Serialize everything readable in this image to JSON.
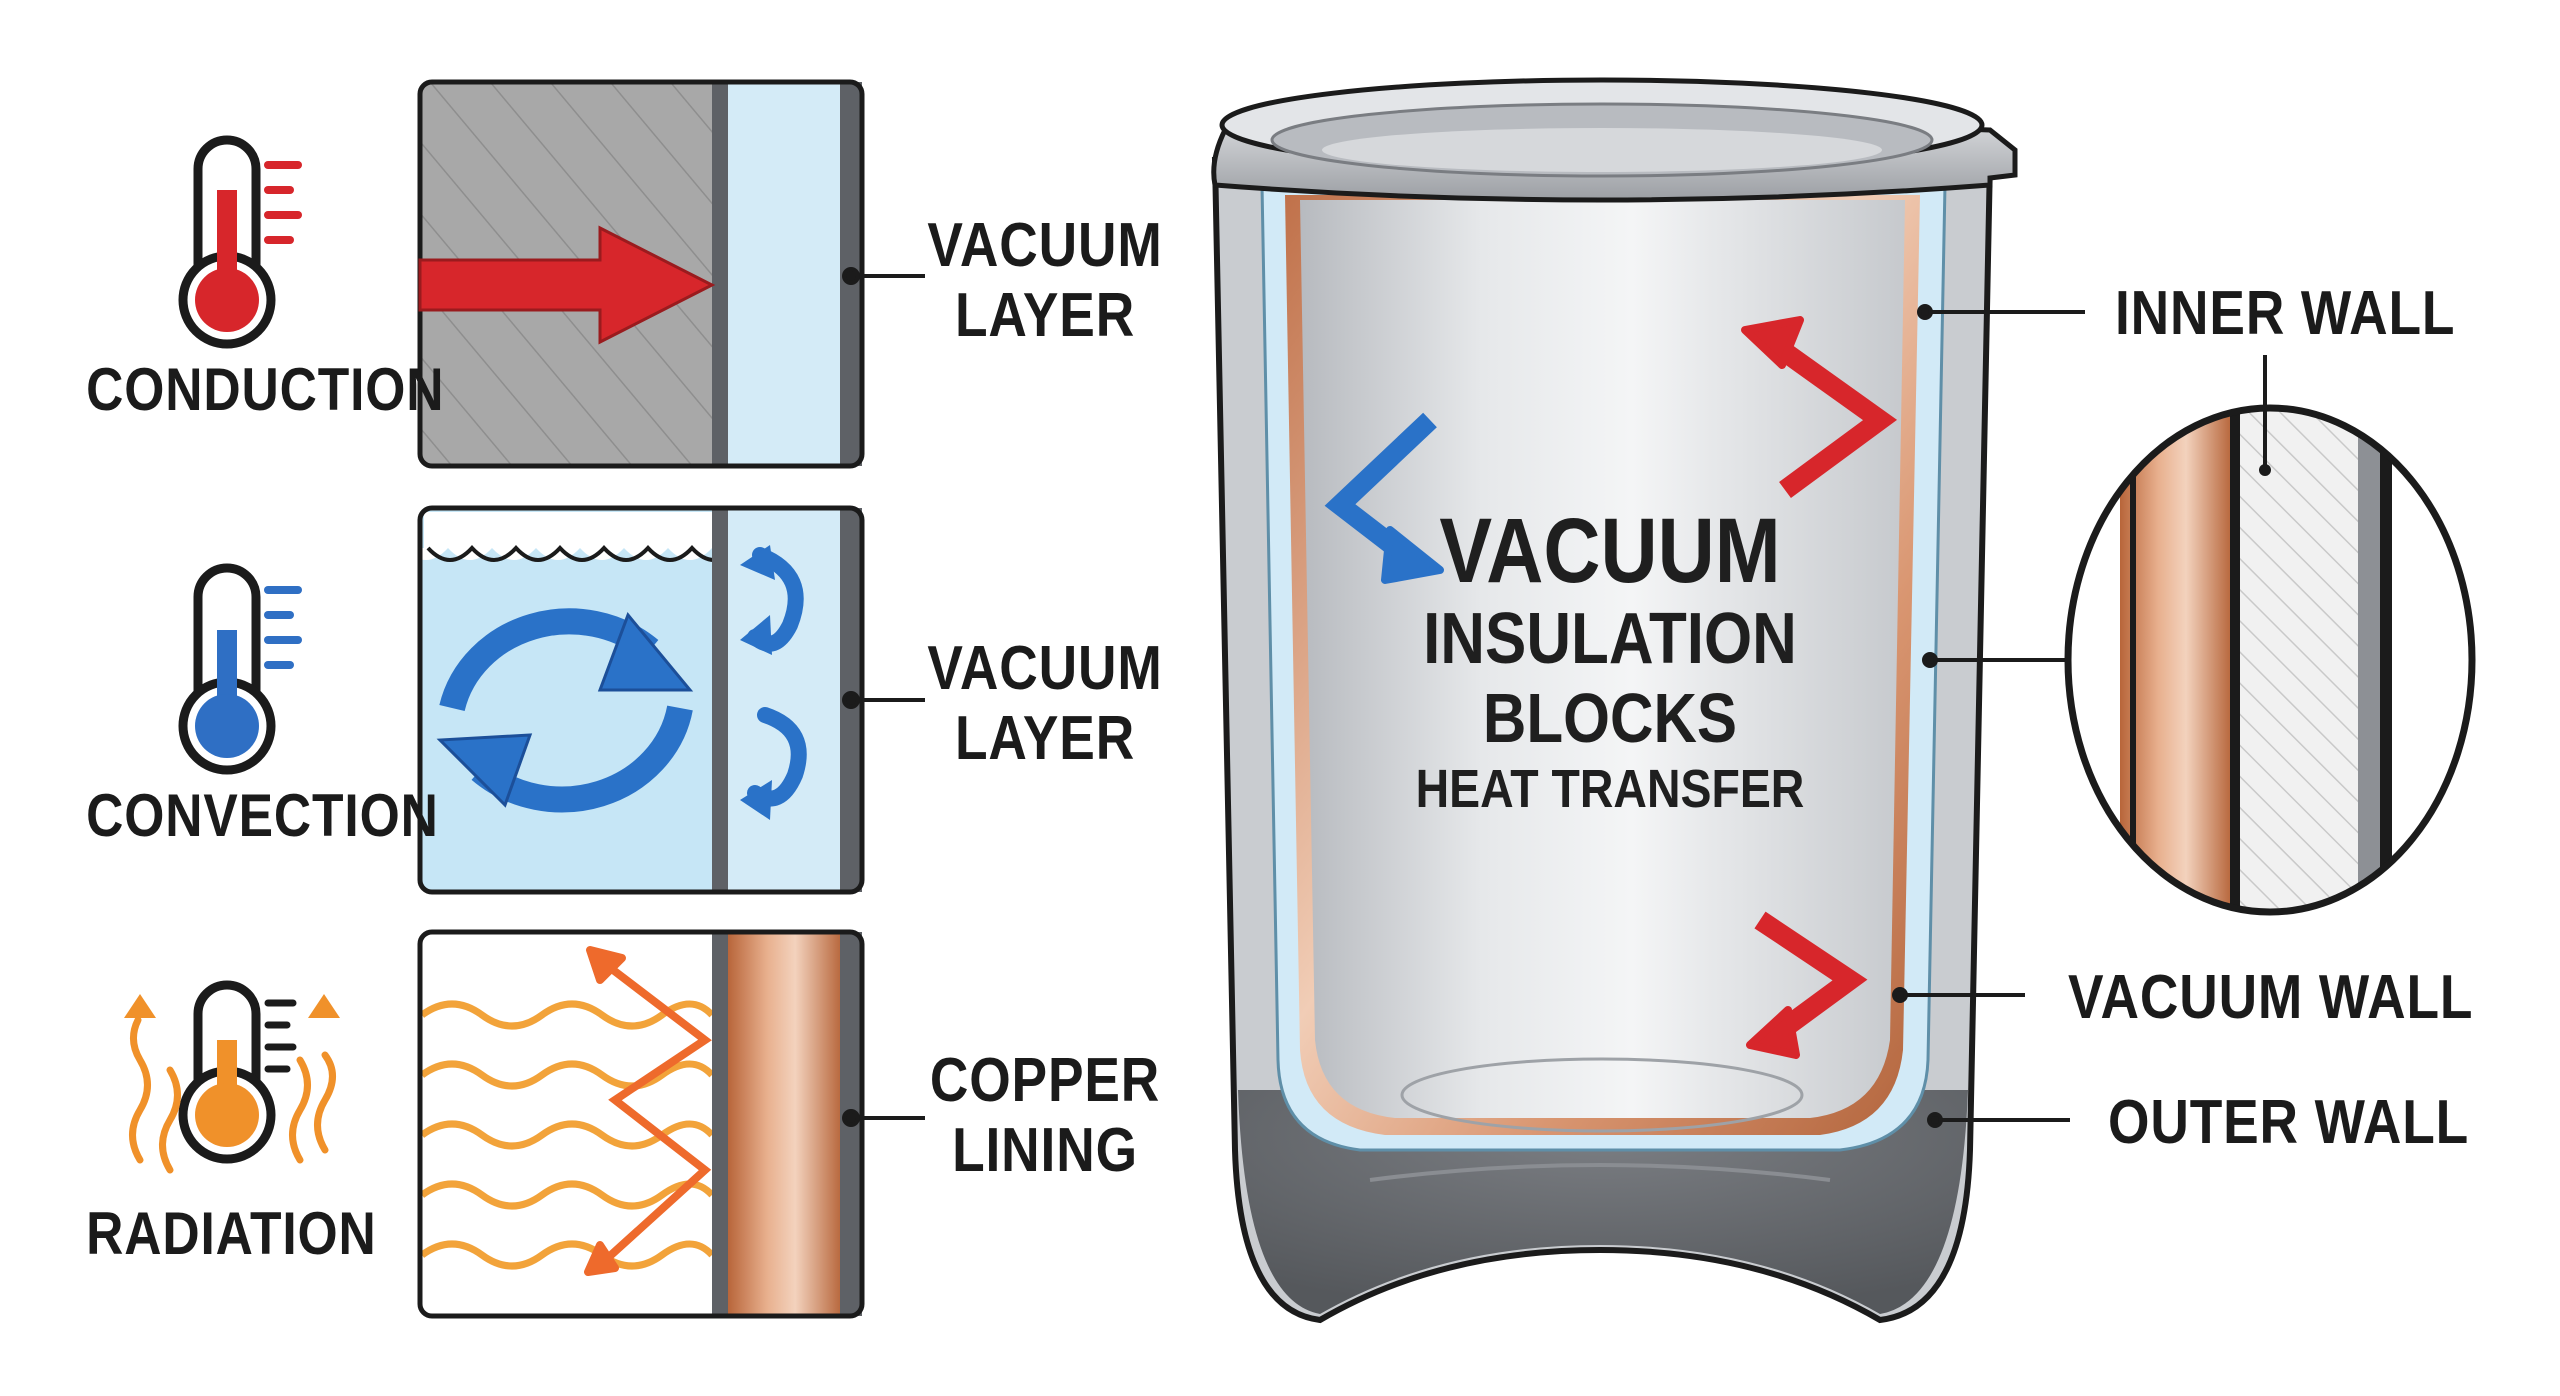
{
  "mechanisms": [
    {
      "label": "CONDUCTION",
      "panel_label": [
        "VACUUM",
        "LAYER"
      ],
      "thermometer_color": "#d7262b"
    },
    {
      "label": "CONVECTION",
      "panel_label": [
        "VACUUM",
        "LAYER"
      ],
      "thermometer_color": "#2f6fc4"
    },
    {
      "label": "RADIATION",
      "panel_label": [
        "COPPER",
        "LINING"
      ],
      "thermometer_color": "#f0912a"
    }
  ],
  "tumbler": {
    "headline": [
      "VACUUM",
      "INSULATION",
      "BLOCKS",
      "HEAT TRANSFER"
    ],
    "callouts": {
      "inner_wall": "INNER WALL",
      "vacuum_wall": "VACUUM WALL",
      "outer_wall": "OUTER WALL"
    }
  },
  "colors": {
    "red_arrow": "#d7262b",
    "blue_arrow": "#2a72c8",
    "radiation": "#f08a2a",
    "copper": "#c8794a",
    "vacuum": "#cfe8f5",
    "steel": "#8d9095"
  }
}
